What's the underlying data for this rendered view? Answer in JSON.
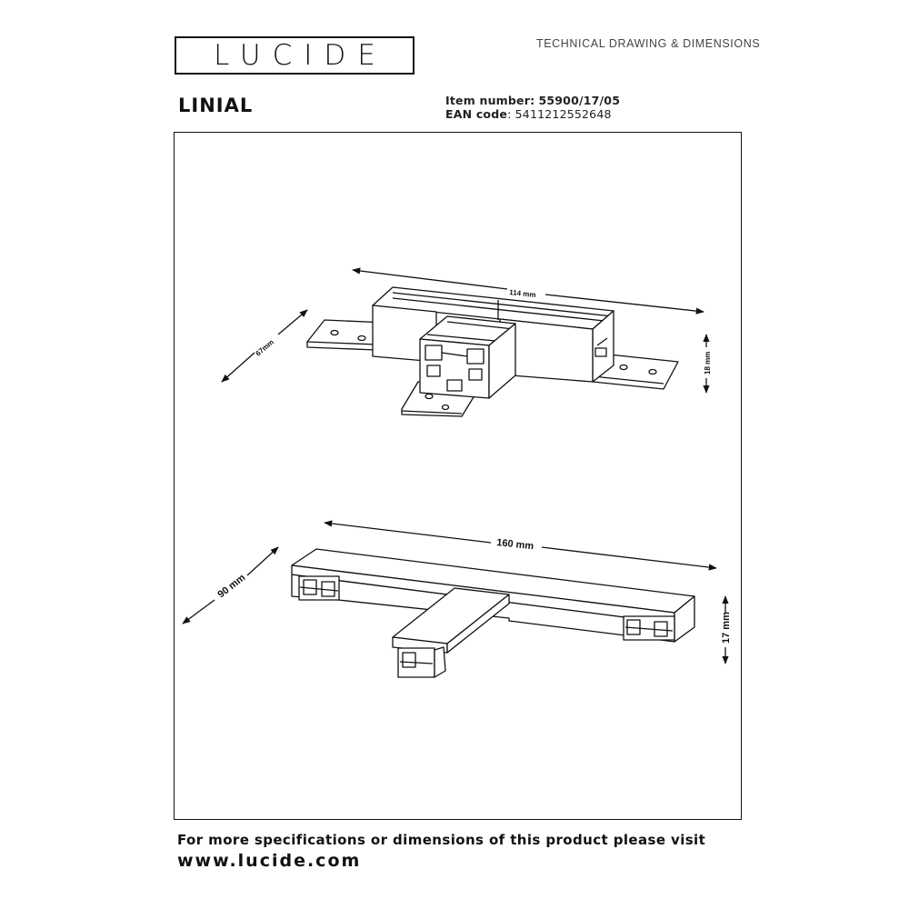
{
  "header": {
    "logo_text": "LUCIDE",
    "doc_heading": "TECHNICAL DRAWING & DIMENSIONS"
  },
  "product": {
    "name": "LINIAL",
    "item_number_label": "Item number:",
    "item_number_value": "55900/17/05",
    "ean_label": "EAN code",
    "ean_value": ": 5411212552648"
  },
  "dimensions": {
    "top_length": "114 mm",
    "top_depth": "67mm",
    "top_height": "18 mm",
    "bottom_length": "160 mm",
    "bottom_depth": "90 mm",
    "bottom_height": "17 mm"
  },
  "footer": {
    "line": "For more specifications or dimensions of this product please visit",
    "url": "www.lucide.com"
  },
  "colors": {
    "ink": "#111111",
    "background": "#ffffff"
  }
}
